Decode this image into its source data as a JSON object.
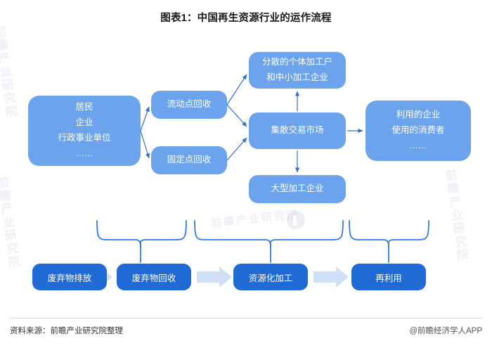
{
  "title": "图表1：中国再生资源行业的运作流程",
  "colors": {
    "node_fill": "#6ba4ec",
    "process_fill": "#1f6ad4",
    "arrow_thin": "#2f6fd0",
    "arrow_block": "#cfe0f7",
    "brace": "#2f7de0",
    "title_text": "#1a1a1a",
    "node_text": "#ffffff",
    "footer_text": "#333333"
  },
  "diagram": {
    "sources": {
      "name": "waste-sources",
      "lines": [
        "居民",
        "企业",
        "行政事业单位",
        "……"
      ]
    },
    "collection": [
      {
        "name": "mobile-collection",
        "label": "流动点回收"
      },
      {
        "name": "fixed-collection",
        "label": "固定点回收"
      }
    ],
    "processing": {
      "small": {
        "name": "small-processors",
        "lines": [
          "分散的个体加工户",
          "和中小加工企业"
        ]
      },
      "market": {
        "name": "trading-market",
        "label": "集散交易市场"
      },
      "large": {
        "name": "large-processors",
        "label": "大型加工企业"
      }
    },
    "consumers": {
      "name": "end-users",
      "lines": [
        "利用的企业",
        "使用的消费者",
        "……"
      ]
    }
  },
  "process_chain": {
    "steps": [
      {
        "name": "step-waste-discharge",
        "label": "废弃物排放"
      },
      {
        "name": "step-waste-collection",
        "label": "废弃物回收"
      },
      {
        "name": "step-resource-processing",
        "label": "资源化加工"
      },
      {
        "name": "step-reuse",
        "label": "再利用"
      }
    ],
    "braces": [
      {
        "name": "brace-collection",
        "maps_to": "废弃物回收"
      },
      {
        "name": "brace-processing",
        "maps_to": "资源化加工"
      },
      {
        "name": "brace-reuse",
        "maps_to": "再利用"
      }
    ]
  },
  "watermarks": {
    "vertical": "前瞻产业研究院",
    "center": "前瞻产业研究院"
  },
  "footer": {
    "source": "资料来源：前瞻产业研究院整理",
    "credit": "@前瞻经济学人APP"
  }
}
